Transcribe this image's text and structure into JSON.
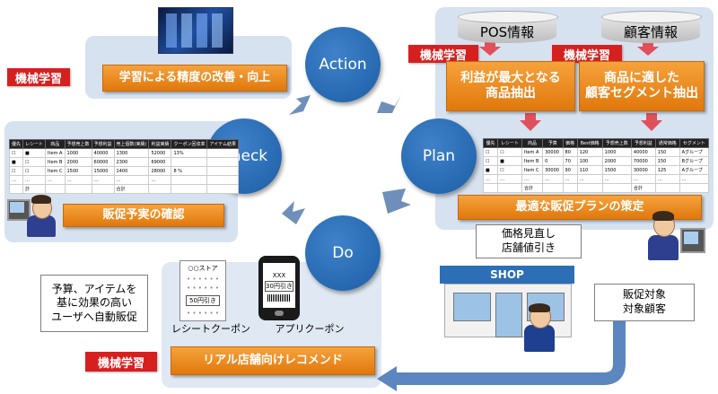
{
  "labels": {
    "action": "Action",
    "plan": "Plan",
    "do": "Do",
    "check": "Check",
    "pos": "POS情報",
    "customer": "顧客情報",
    "ml": "機械学習",
    "improve": "学習による精度の改善・向上",
    "profit_products": "利益が最大となる\n商品抽出",
    "segment": "商品に適した\n顧客セグメント抽出",
    "best_plan": "最適な販促プランの策定",
    "check_result": "販促予実の確認",
    "price_review": "価格見直し\n店舗値引き",
    "target": "販促対象\n対象顧客",
    "shop": "SHOP",
    "auto_promo": "予算、アイテムを\n基に効果の高い\nユーザへ自動販促",
    "receipt_coupon": "レシートクーポン",
    "app_coupon": "アプリクーポン",
    "store_recommend": "リアル店舗向けレコメンド",
    "receipt_store": "○○ストア",
    "receipt_discount": "50円引き",
    "app_name": "XXX",
    "app_discount": "30円引き"
  },
  "plan_table": {
    "headers": [
      "優先",
      "レシート",
      "商品",
      "予算",
      "価格",
      "Best価格",
      "予想売上数",
      "予想利益",
      "通常価格",
      "セグメント"
    ],
    "rows": [
      [
        "☐",
        "☐",
        "Item A",
        "30000",
        "80",
        "120",
        "1000",
        "40000",
        "150",
        "Aグループ"
      ],
      [
        "☐",
        "■",
        "Item B",
        "0",
        "70",
        "100",
        "2000",
        "70000",
        "150",
        "Bグループ"
      ],
      [
        "■",
        "☐",
        "Item C",
        "30000",
        "90",
        "110",
        "1500",
        "30000",
        "125",
        "Aグループ"
      ],
      [
        "…",
        "…",
        "…",
        "…",
        "…",
        "…",
        "…",
        "…",
        "…",
        "…"
      ],
      [
        "",
        "",
        "合計",
        "",
        "",
        "",
        "",
        "合計",
        "",
        ""
      ]
    ]
  },
  "check_table": {
    "headers": [
      "優先",
      "レシート",
      "商品",
      "予想売上数",
      "予想利益",
      "売上個数(実績)",
      "利益実績",
      "クーポン回収率",
      "アイテム結果"
    ],
    "rows": [
      [
        "☐",
        "■",
        "Item A",
        "1000",
        "40000",
        "1300",
        "52000",
        "13%",
        ""
      ],
      [
        "■",
        "☐",
        "Item B",
        "2000",
        "60000",
        "2300",
        "69000",
        "",
        ""
      ],
      [
        "☐",
        "☐",
        "Item C",
        "1500",
        "15000",
        "1400",
        "28000",
        "8 %",
        ""
      ],
      [
        "…",
        "…",
        "…",
        "…",
        "…",
        "…",
        "…",
        "",
        ""
      ],
      [
        "",
        "計",
        "",
        "",
        "",
        "合計",
        "",
        "",
        ""
      ]
    ]
  },
  "colors": {
    "panel": "#d6e2f0",
    "circle": "#2a6fb8",
    "orange": "#ef8c1f",
    "red": "#d62020",
    "arrow": "#6f8fba"
  }
}
